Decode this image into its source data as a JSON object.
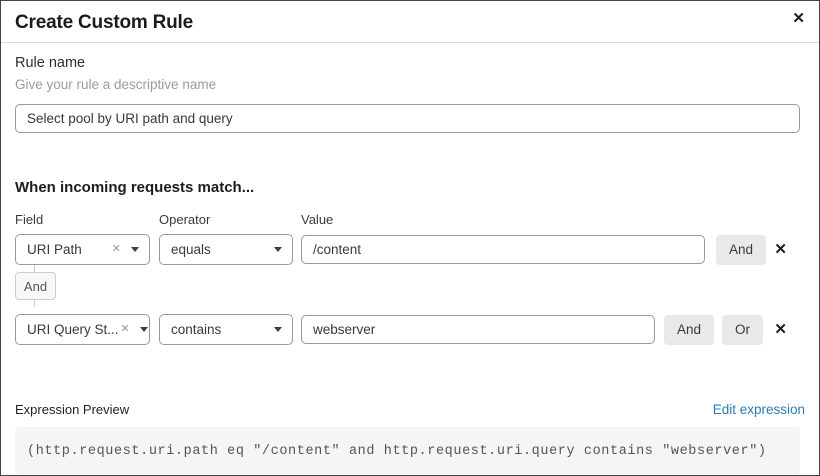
{
  "colors": {
    "accent_link": "#2c7cb0",
    "conj_button_bg": "#e9e9e9",
    "code_box_bg": "#f5f5f5",
    "control_border": "#999999",
    "dialog_border": "#444444"
  },
  "icons": {
    "close_glyph": "✕",
    "remove_glyph": "✕",
    "clear_glyph": "✕"
  },
  "dialog": {
    "title": "Create Custom Rule"
  },
  "rule_name": {
    "label": "Rule name",
    "helper": "Give your rule a descriptive name",
    "value": "Select pool by URI path and query"
  },
  "matcher": {
    "heading": "When incoming requests match...",
    "columns": {
      "field": "Field",
      "operator": "Operator",
      "value": "Value"
    },
    "connector_label": "And",
    "rows": [
      {
        "field": "URI Path",
        "operator": "equals",
        "value": "/content",
        "and_label": "And"
      },
      {
        "field": "URI Query St...",
        "operator": "contains",
        "value": "webserver",
        "and_label": "And",
        "or_label": "Or"
      }
    ]
  },
  "expression": {
    "label": "Expression Preview",
    "edit_link": "Edit expression",
    "code": "(http.request.uri.path eq \"/content\" and http.request.uri.query contains \"webserver\")"
  }
}
